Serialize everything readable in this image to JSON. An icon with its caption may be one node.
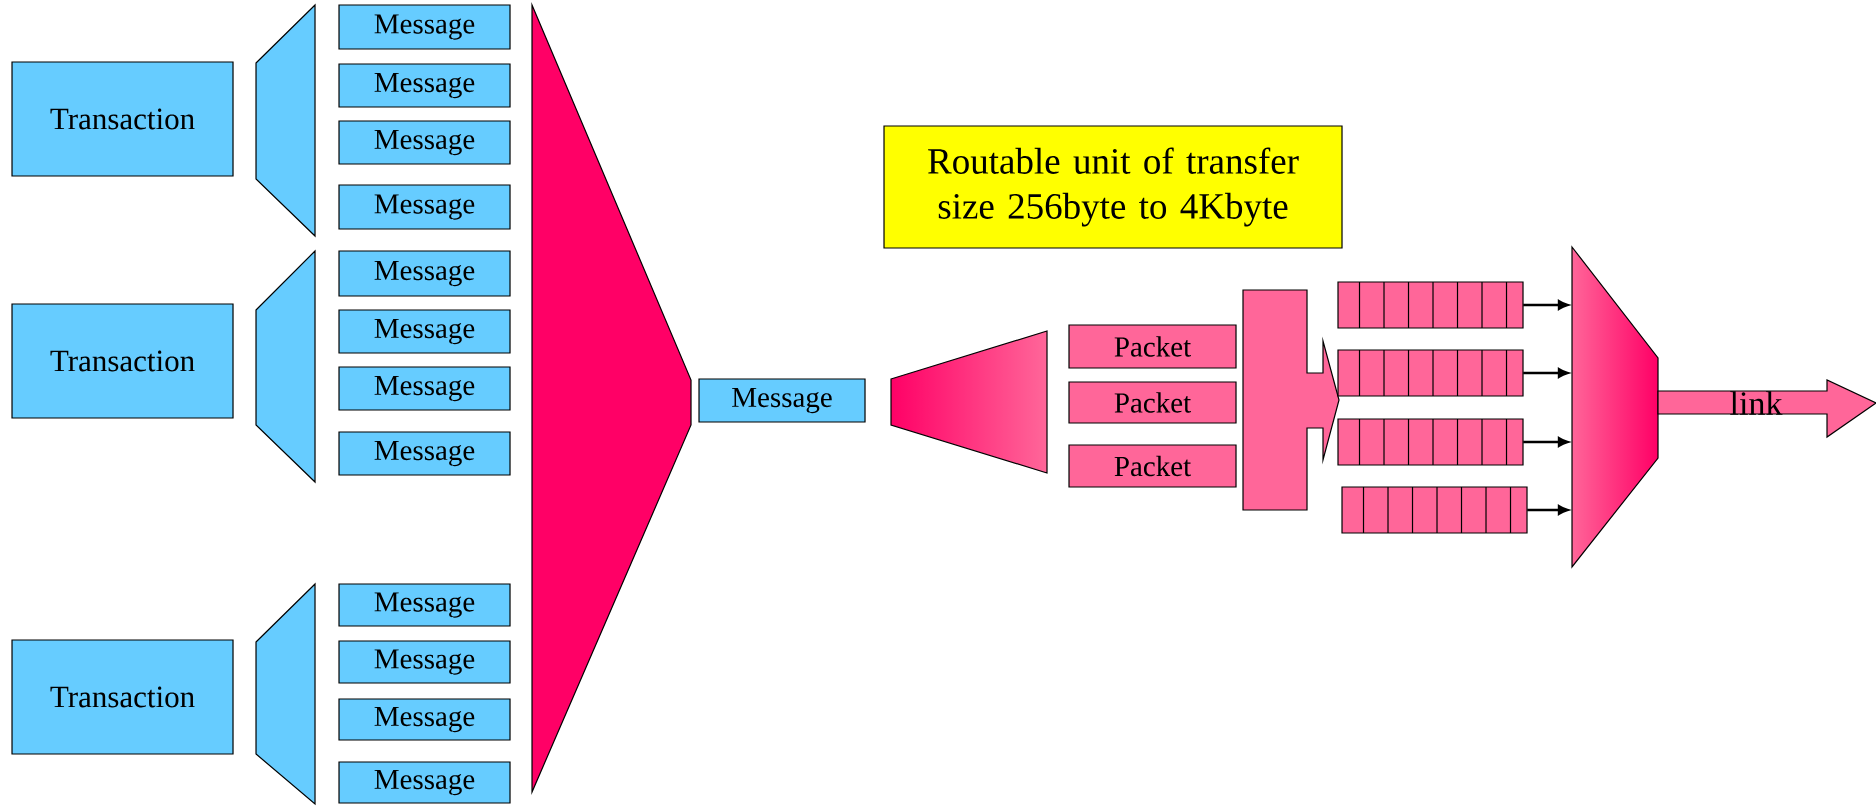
{
  "diagram": {
    "nodes": [
      {
        "text": [
          "Transaction"
        ]
      },
      {
        "text": [
          "Transaction"
        ]
      },
      {
        "text": [
          "Transaction"
        ]
      },
      {
        "text": [],
        "shape": "trapezoid"
      },
      {
        "text": [],
        "shape": "trapezoid"
      },
      {
        "text": [],
        "shape": "trapezoid"
      },
      {
        "text": [
          "Message"
        ]
      },
      {
        "text": [
          "Message"
        ]
      },
      {
        "text": [
          "Message"
        ]
      },
      {
        "text": [
          "Message"
        ]
      },
      {
        "text": [
          "Message"
        ]
      },
      {
        "text": [
          "Message"
        ]
      },
      {
        "text": [
          "Message"
        ]
      },
      {
        "text": [
          "Message"
        ]
      },
      {
        "text": [
          "Message"
        ]
      },
      {
        "text": [
          "Message"
        ]
      },
      {
        "text": [
          "Message"
        ]
      },
      {
        "text": [
          "Message"
        ]
      },
      {
        "text": [],
        "shape": "trapezoid"
      },
      {
        "text": [
          "Message"
        ]
      },
      {
        "text": [
          "Routable unit of transfer size 256byte to 4Kbyte"
        ]
      },
      {
        "text": [],
        "shape": "trapezoid"
      },
      {
        "text": [
          "Packet"
        ]
      },
      {
        "text": [
          "Packet"
        ]
      },
      {
        "text": [
          "Packet"
        ]
      },
      {
        "text": [],
        "shape": "arrow"
      },
      {
        "text": [],
        "shape": "box"
      },
      {
        "text": [],
        "shape": "box"
      },
      {
        "text": [],
        "shape": "box"
      },
      {
        "text": [],
        "shape": "box"
      },
      {
        "text": [],
        "shape": "trapezoid"
      },
      {
        "text": [
          "link"
        ]
      }
    ],
    "edges": [
      {
        "from": 26,
        "to": 30,
        "arrow": "to"
      },
      {
        "from": 27,
        "to": 30,
        "arrow": "to"
      },
      {
        "from": 28,
        "to": 30,
        "arrow": "to"
      },
      {
        "from": 29,
        "to": 30,
        "arrow": "to"
      }
    ]
  }
}
